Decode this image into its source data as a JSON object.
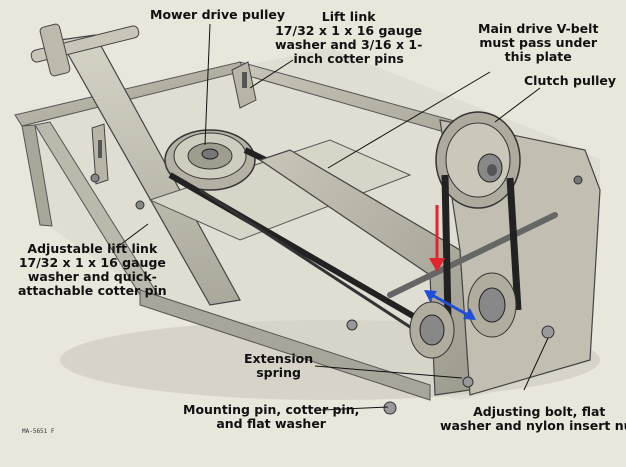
{
  "labels": {
    "mower_drive_pulley": "Mower drive pulley",
    "lift_link": [
      "Lift link",
      "17/32 x 1 x 16 gauge",
      "washer and 3/16 x 1-",
      "inch cotter pins"
    ],
    "main_drive": [
      "Main drive V-belt",
      "must pass under",
      "this plate"
    ],
    "clutch_pulley": "Clutch pulley",
    "adjustable_lift_link": [
      "Adjustable lift link",
      "17/32 x 1 x 16 gauge",
      "washer and quick-",
      "attachable cotter pin"
    ],
    "extension_spring": [
      "Extension",
      "spring"
    ],
    "mounting_pin": [
      "Mounting pin, cotter pin,",
      "and flat washer"
    ],
    "adjusting_bolt": [
      "Adjusting bolt, flat",
      "washer and nylon insert nut"
    ]
  },
  "figure_code": "MA-5651 F",
  "colors": {
    "background": "#e9e6dc",
    "red_arrow": "#e3242b",
    "blue_arrow": "#1f4fd8"
  }
}
